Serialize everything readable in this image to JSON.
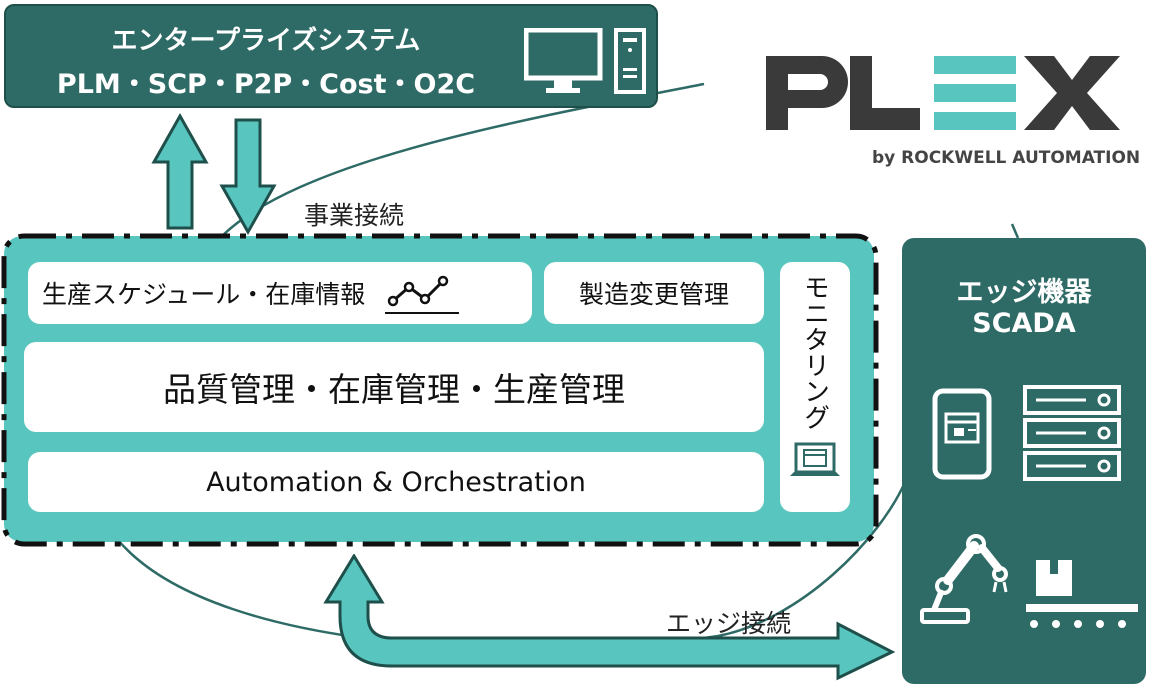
{
  "enterprise": {
    "title": "エンタープライズシステム",
    "systems": "PLM・SCP・P2P・Cost・O2C"
  },
  "brand": {
    "logo_text": "PLEX",
    "byline": "by ROCKWELL AUTOMATION"
  },
  "labels": {
    "business_connection": "事業接続",
    "edge_connection": "エッジ接続"
  },
  "platform": {
    "schedule": "生産スケジュール・在庫情報",
    "change_mgmt": "製造変更管理",
    "core": "品質管理・在庫管理・生産管理",
    "automation": "Automation & Orchestration",
    "monitoring": "モニタリング"
  },
  "edge": {
    "title": "エッジ機器",
    "subtitle": "SCADA"
  },
  "colors": {
    "dark_teal": "#2f6b66",
    "teal": "#59c5bf",
    "white": "#ffffff"
  }
}
